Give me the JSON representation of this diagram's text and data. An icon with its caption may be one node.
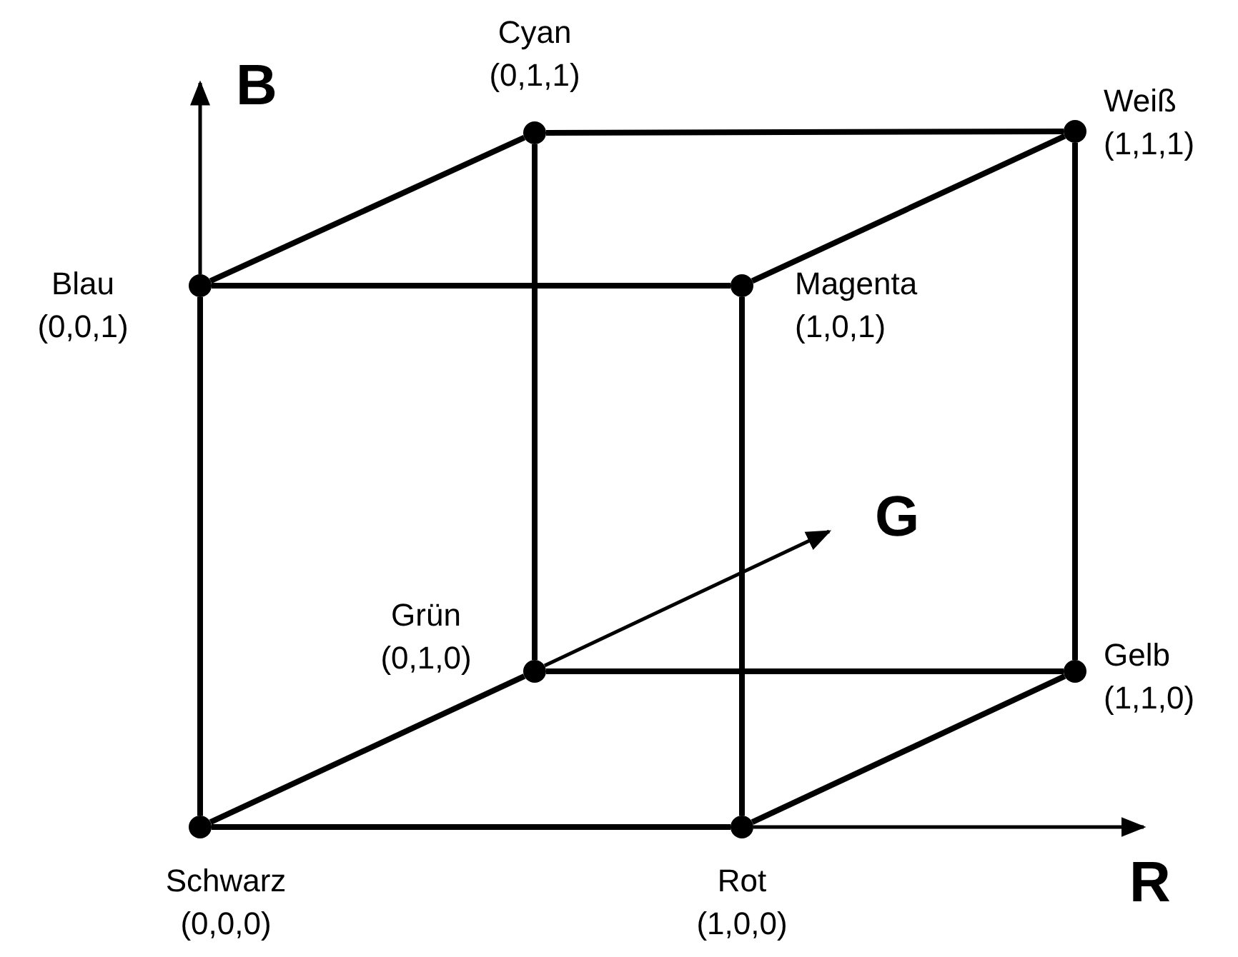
{
  "diagram": {
    "nodes": [
      {
        "text": [],
        "shape": "circle",
        "beside": [
          "Cyan",
          "(0,1,1)"
        ]
      },
      {
        "text": [],
        "shape": "circle",
        "beside": [
          "Weiß",
          "(1,1,1)"
        ]
      },
      {
        "text": [],
        "shape": "circle",
        "beside": [
          "Blau",
          "(0,0,1)"
        ]
      },
      {
        "text": [],
        "shape": "circle",
        "beside": [
          "Magenta",
          "(1,0,1)"
        ]
      },
      {
        "text": [],
        "shape": "circle",
        "beside": [
          "Grün",
          "(0,1,0)"
        ]
      },
      {
        "text": [],
        "shape": "circle",
        "beside": [
          "Gelb",
          "(1,1,0)"
        ]
      },
      {
        "text": [],
        "shape": "circle",
        "beside": [
          "Schwarz",
          "(0,0,0)"
        ]
      },
      {
        "text": [],
        "shape": "circle",
        "beside": [
          "Rot",
          "(1,0,0)"
        ]
      }
    ],
    "edges": [
      {
        "from": 0,
        "to": 1,
        "arrow": "none"
      },
      {
        "from": 2,
        "to": 0,
        "arrow": "none"
      },
      {
        "from": 3,
        "to": 1,
        "arrow": "none"
      },
      {
        "from": 2,
        "to": 3,
        "arrow": "none"
      },
      {
        "from": 0,
        "to": 4,
        "arrow": "none"
      },
      {
        "from": 1,
        "to": 5,
        "arrow": "none"
      },
      {
        "from": 2,
        "to": 6,
        "arrow": "none"
      },
      {
        "from": 3,
        "to": 7,
        "arrow": "none"
      },
      {
        "from": 4,
        "to": 5,
        "arrow": "none"
      },
      {
        "from": 6,
        "to": 4,
        "arrow": "none"
      },
      {
        "from": 6,
        "to": 7,
        "arrow": "none"
      },
      {
        "from": 7,
        "to": 5,
        "arrow": "none"
      }
    ],
    "labels": [
      "B",
      "G",
      "R"
    ]
  }
}
